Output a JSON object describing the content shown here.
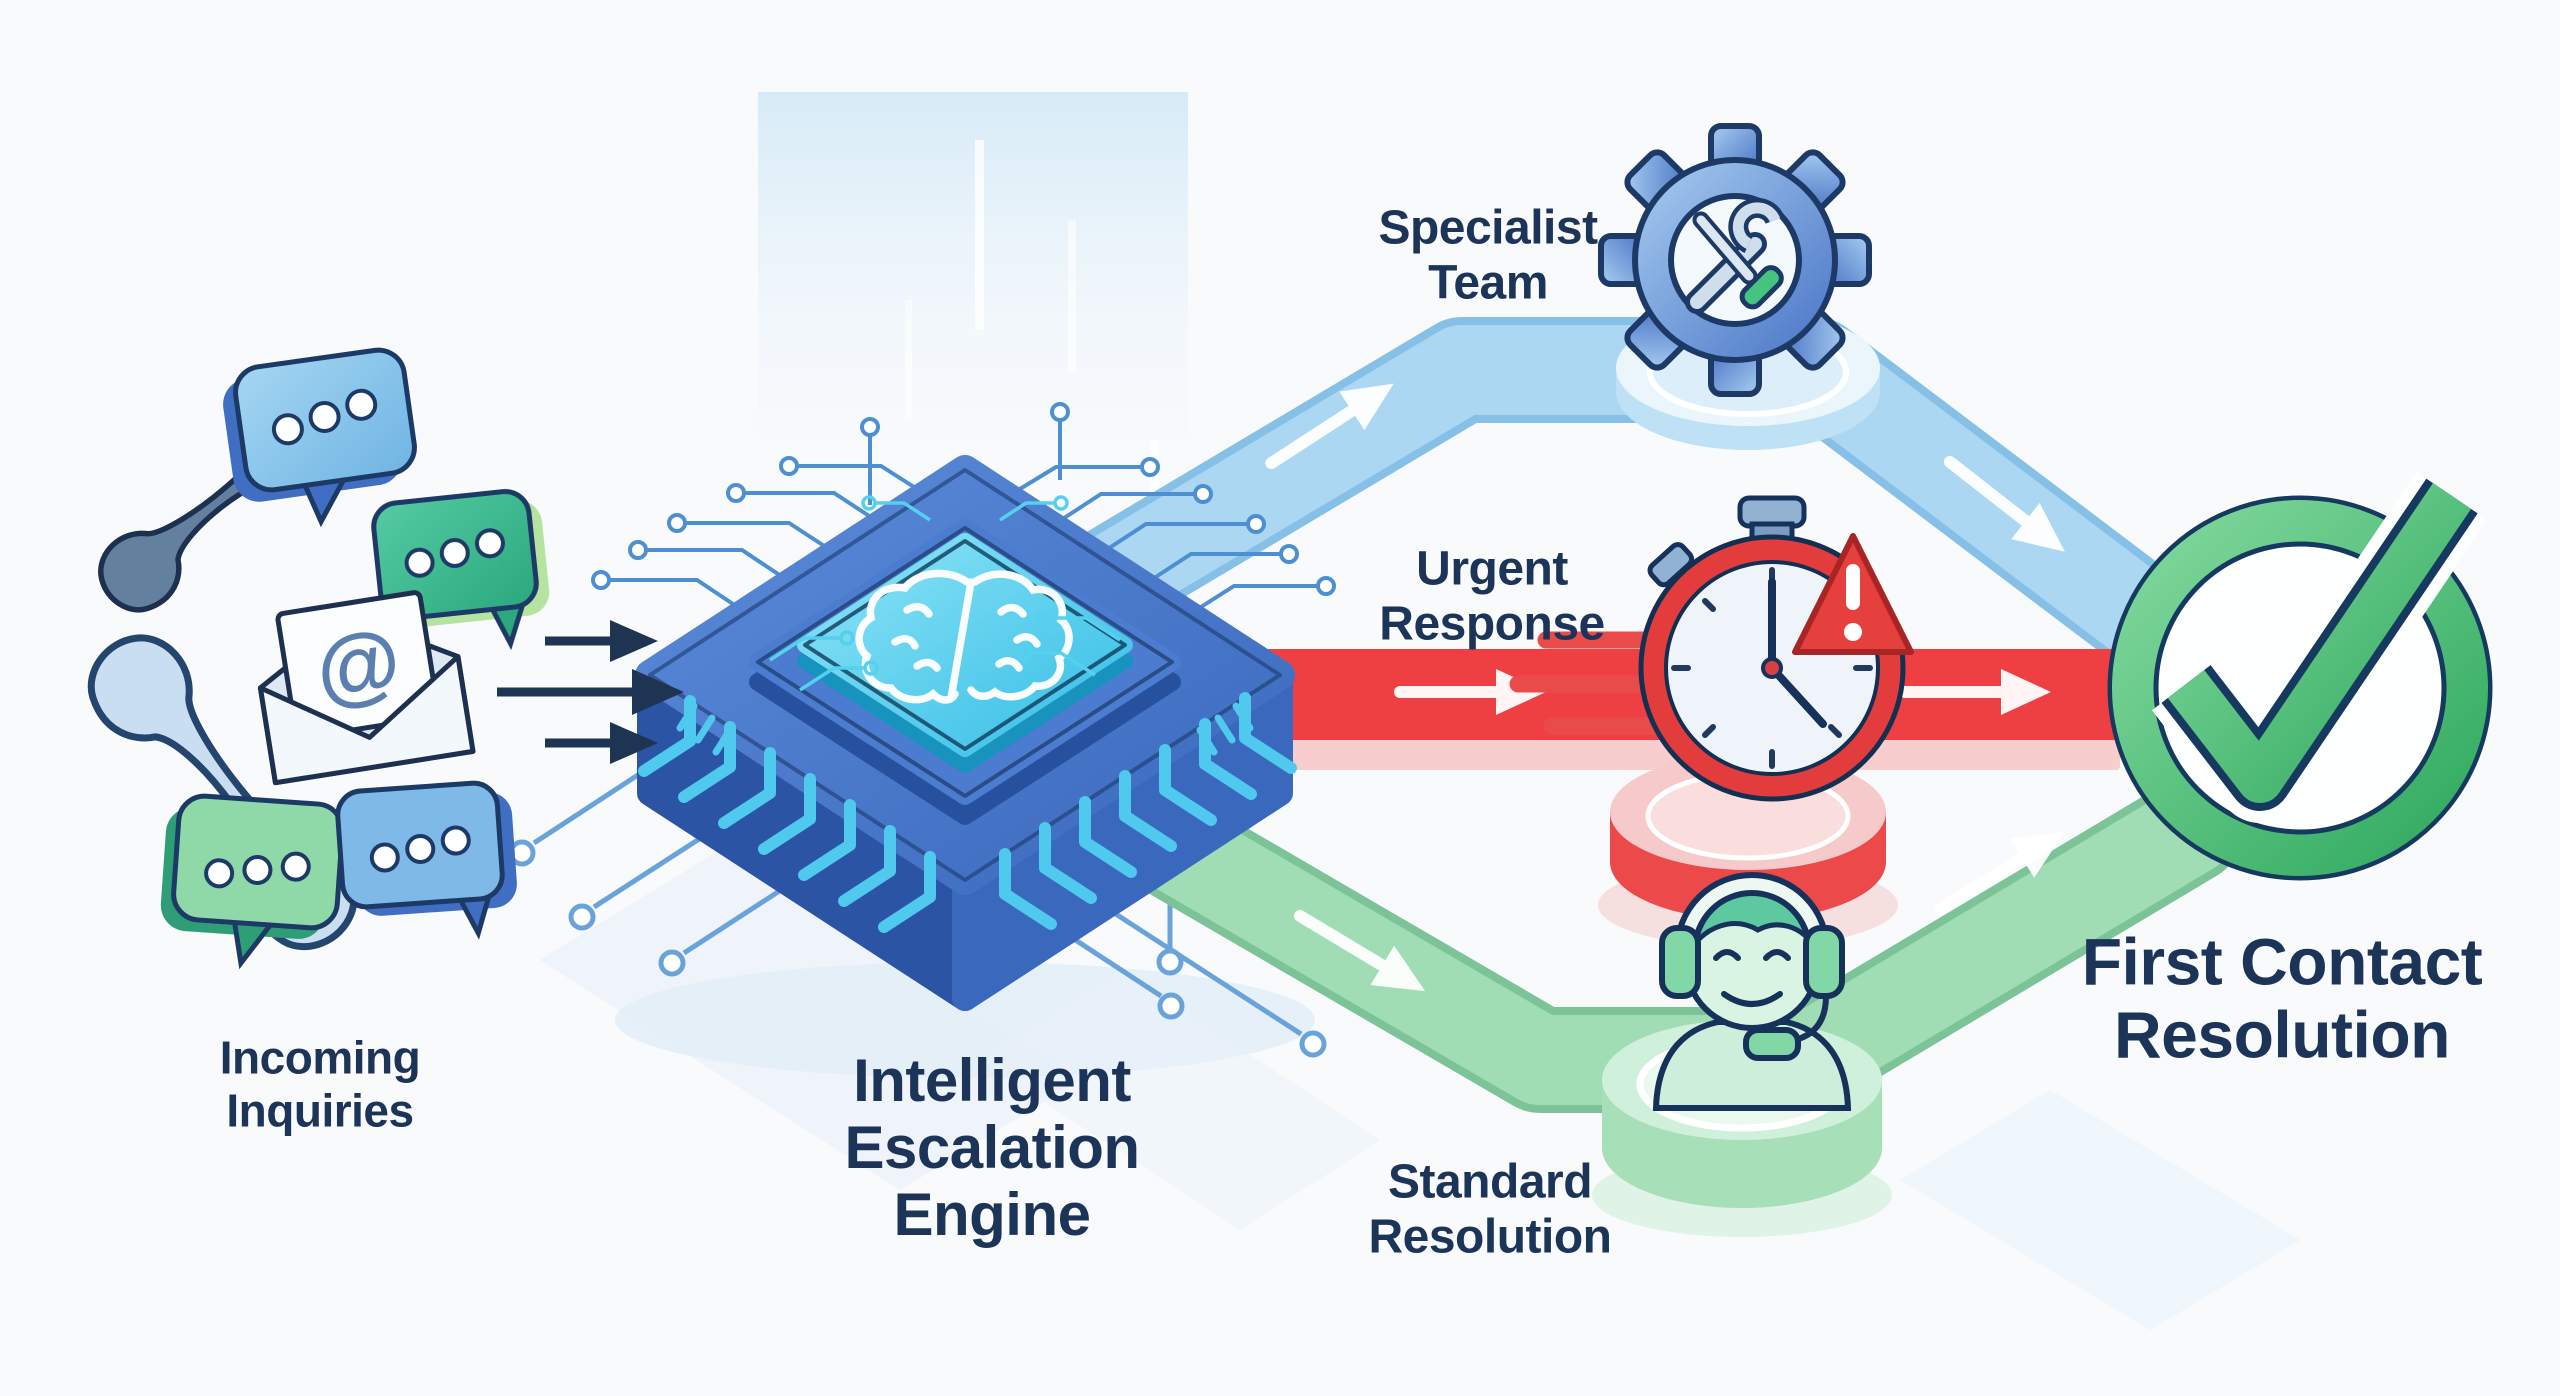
{
  "flow": {
    "source": {
      "label_lines": [
        "Incoming",
        "Inquiries"
      ],
      "icons": [
        "phone-handset",
        "chat-bubble",
        "chat-bubble",
        "email-envelope-at",
        "phone-handset",
        "chat-bubble",
        "chat-bubble"
      ],
      "email_symbol": "@"
    },
    "engine": {
      "label_lines": [
        "Intelligent",
        "Escalation",
        "Engine"
      ],
      "icon": "ai-chip-with-brain"
    },
    "routes": [
      {
        "id": "specialist",
        "label_lines": [
          "Specialist",
          "Team"
        ],
        "icon": "gear-with-tools",
        "path_color": "#abd7f3"
      },
      {
        "id": "urgent",
        "label_lines": [
          "Urgent",
          "Response"
        ],
        "icon": "speeding-stopwatch-alert",
        "path_color": "#ee4042"
      },
      {
        "id": "standard",
        "label_lines": [
          "Standard",
          "Resolution"
        ],
        "icon": "support-agent-headset",
        "path_color": "#a0ddb4"
      }
    ],
    "destination": {
      "label_lines": [
        "First Contact",
        "Resolution"
      ],
      "icon": "check-circle"
    }
  },
  "colors": {
    "background": "#f8fafc",
    "label_navy": "#1d3459",
    "arrow_navy": "#1e3453",
    "blue_path": "#abd7f3",
    "red_path": "#ee4042",
    "green_path": "#a0ddb4",
    "check_green": "#3eb56a",
    "alert_red": "#e6403e",
    "chip_blue": "#4577c8",
    "chip_core_cyan": "#45c8ea",
    "gear_blue": "#6f9fd8",
    "stopwatch_red": "#e23d3c",
    "agent_green": "#82d7a6",
    "platform_blue": "#cfe7f6",
    "platform_red": "#f6caca",
    "platform_green": "#cdeeda"
  }
}
